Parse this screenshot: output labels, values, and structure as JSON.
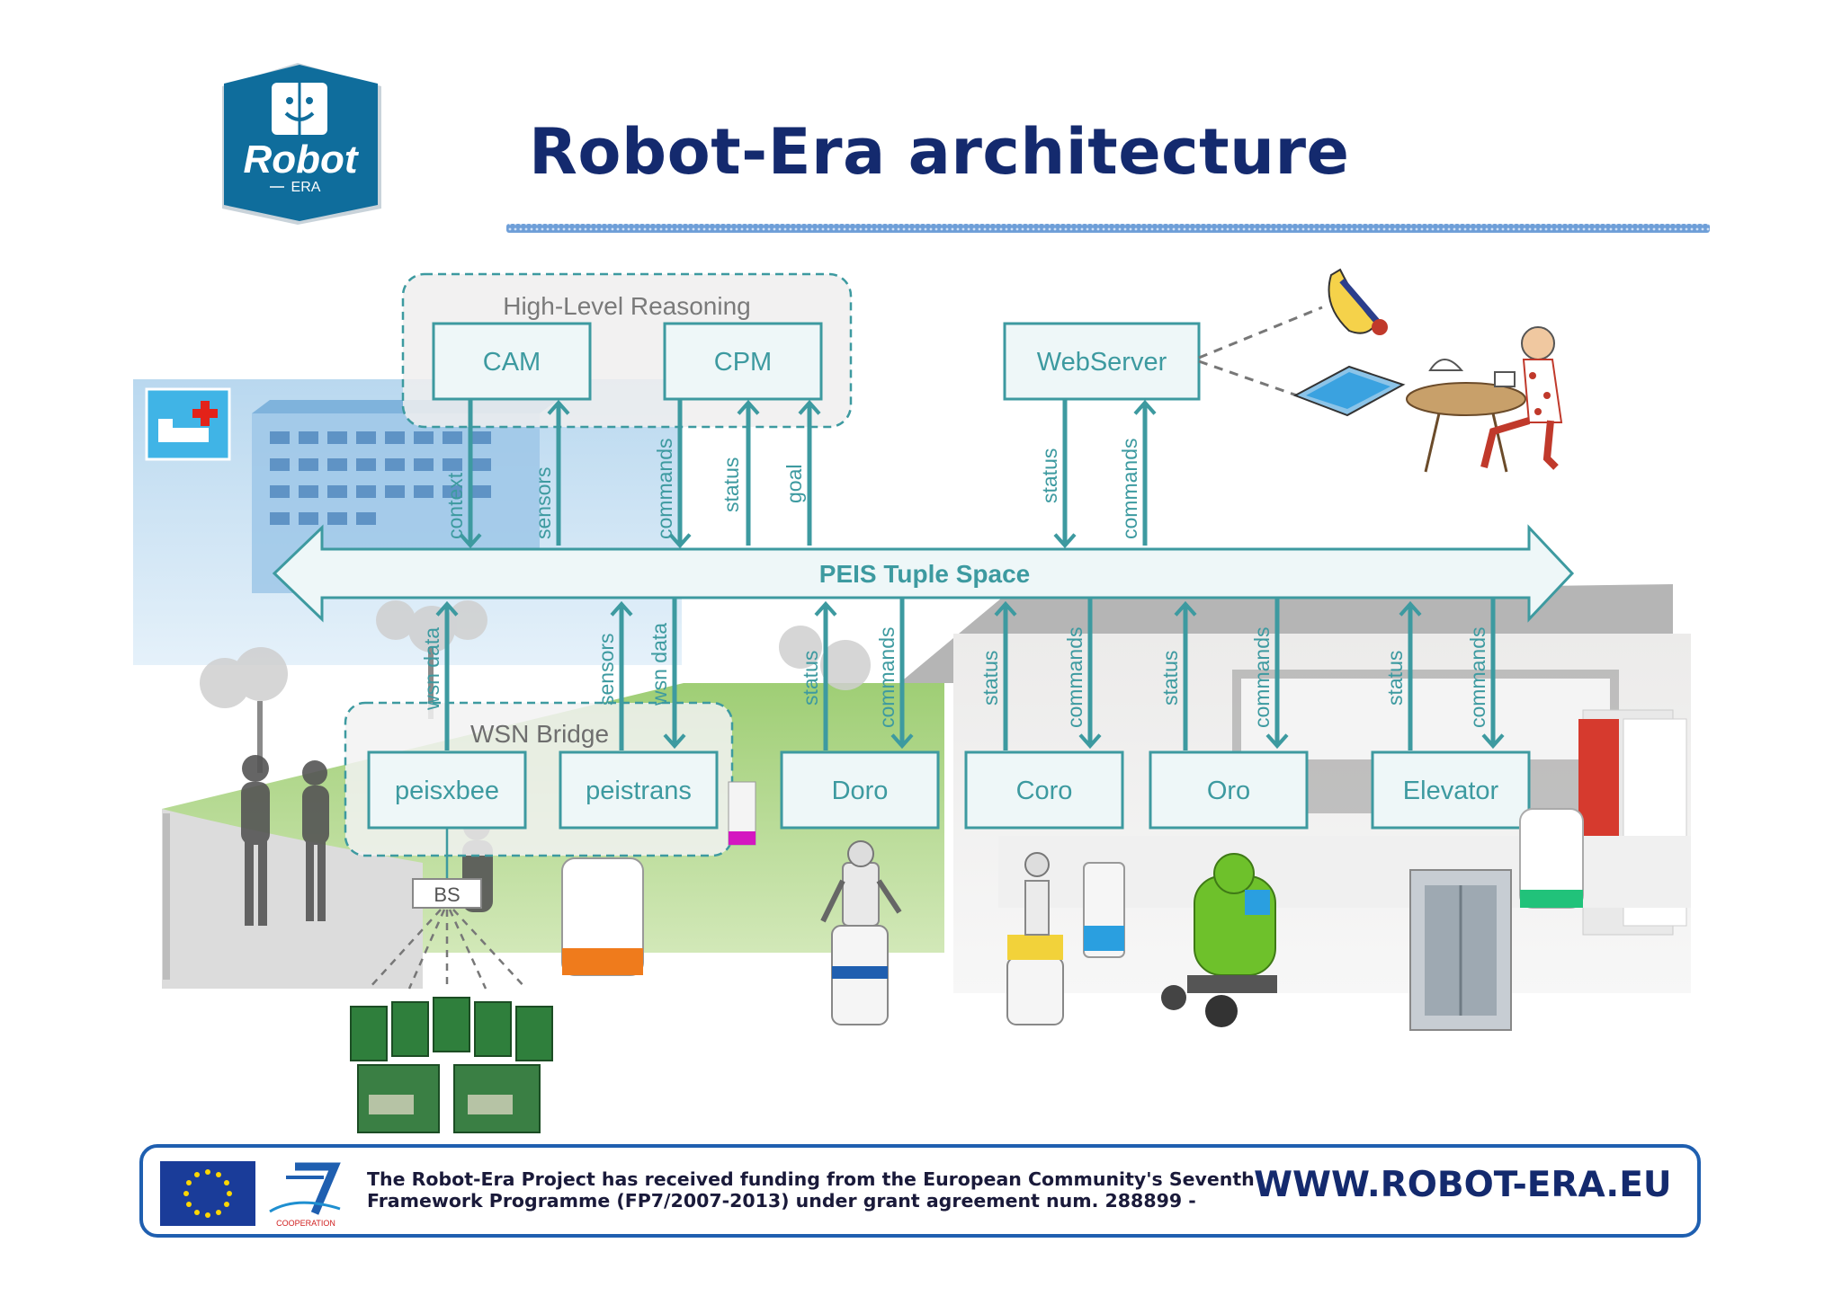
{
  "slide": {
    "title": "Robot-Era architecture",
    "logo": {
      "word": "Robot",
      "sub": "ERA"
    }
  },
  "groups": {
    "high_level": "High-Level Reasoning",
    "wsn_bridge": "WSN Bridge"
  },
  "bus": {
    "label": "PEIS Tuple Space"
  },
  "top_boxes": {
    "cam": "CAM",
    "cpm": "CPM",
    "webserver": "WebServer"
  },
  "bottom_boxes": {
    "peisxbee": "peisxbee",
    "peistrans": "peistrans",
    "doro": "Doro",
    "coro": "Coro",
    "oro": "Oro",
    "elevator": "Elevator",
    "bs": "BS"
  },
  "links_top": {
    "context": "context",
    "sensors": "sensors",
    "commands_cpm": "commands",
    "status_cpm": "status",
    "goal": "goal",
    "status_web": "status",
    "commands_web": "commands"
  },
  "links_bottom": {
    "wsn_data_1": "wsn data",
    "sensors": "sensors",
    "wsn_data_2": "wsn data",
    "status_doro": "status",
    "commands_doro": "commands",
    "status_coro": "status",
    "commands_coro": "commands",
    "status_oro": "status",
    "commands_oro": "commands",
    "status_elev": "status",
    "commands_elev": "commands"
  },
  "footer": {
    "line1": "The Robot-Era Project has received funding from the European Community's Seventh",
    "line2": "Framework Programme (FP7/2007-2013) under grant agreement num. 288899 -",
    "url": "WWW.ROBOT-ERA.EU",
    "fp7_sub": "COOPERATION"
  },
  "colors": {
    "teal": "#3d9aa0",
    "box_fill": "#eef7f8",
    "title": "#142a6e",
    "footer_border": "#1f5fb0",
    "eu_blue": "#1a3c99",
    "eu_star": "#ffd700"
  }
}
